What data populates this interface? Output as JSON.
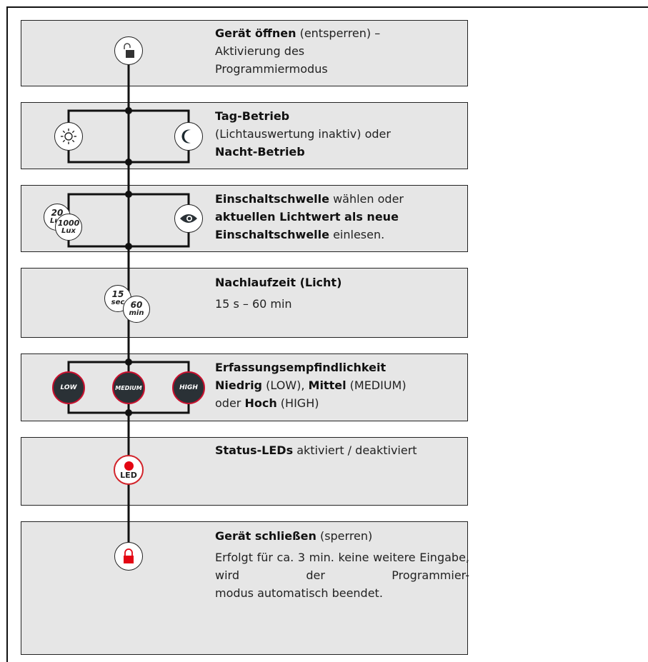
{
  "steps": [
    {
      "bold": "Gerät öffnen",
      "rest": " (entsperren) –",
      "line2": "Aktivierung des",
      "line3": "Programmiermodus"
    },
    {
      "bold": "Tag-Betrieb",
      "line2": "(Lichtauswertung inaktiv) oder",
      "bold3": "Nacht-Betrieb"
    },
    {
      "bold": "Einschaltschwelle",
      "rest": " wählen oder",
      "bold2": "aktuellen Lichtwert als neue",
      "bold3": "Einschaltschwelle",
      "rest3": " einlesen."
    },
    {
      "bold": "Nachlaufzeit (Licht)",
      "line2": "15 s – 60 min"
    },
    {
      "bold": "Erfassungsempfindlichkeit",
      "b_low": "Niedrig",
      "t_low": " (LOW), ",
      "b_mid": "Mittel",
      "t_mid": " (MEDIUM)",
      "t_or": "oder ",
      "b_high": "Hoch",
      "t_high": " (HIGH)"
    },
    {
      "bold": "Status-LEDs",
      "rest": " aktiviert / deaktiviert"
    },
    {
      "bold": "Gerät schließen",
      "rest": " (sperren)",
      "para": "Erfolgt für ca. 3 min. keine weitere Eingabe, wird der Programmier-",
      "para2": "modus automatisch beendet."
    }
  ],
  "badges": {
    "lux20_num": "20",
    "lux20_unit": "Lux",
    "lux1000_num": "1000",
    "lux1000_unit": "Lux",
    "sec15_num": "15",
    "sec15_unit": "sec",
    "min60_num": "60",
    "min60_unit": "min",
    "low": "LOW",
    "medium": "MEDIUM",
    "high": "HIGH",
    "led": "LED"
  },
  "icons": [
    "unlock-icon",
    "sun-icon",
    "moon-icon",
    "eye-icon",
    "lock-icon"
  ],
  "colors": {
    "panel": "#e6e6e6",
    "accent": "#e30613",
    "dark": "#2a3136"
  }
}
